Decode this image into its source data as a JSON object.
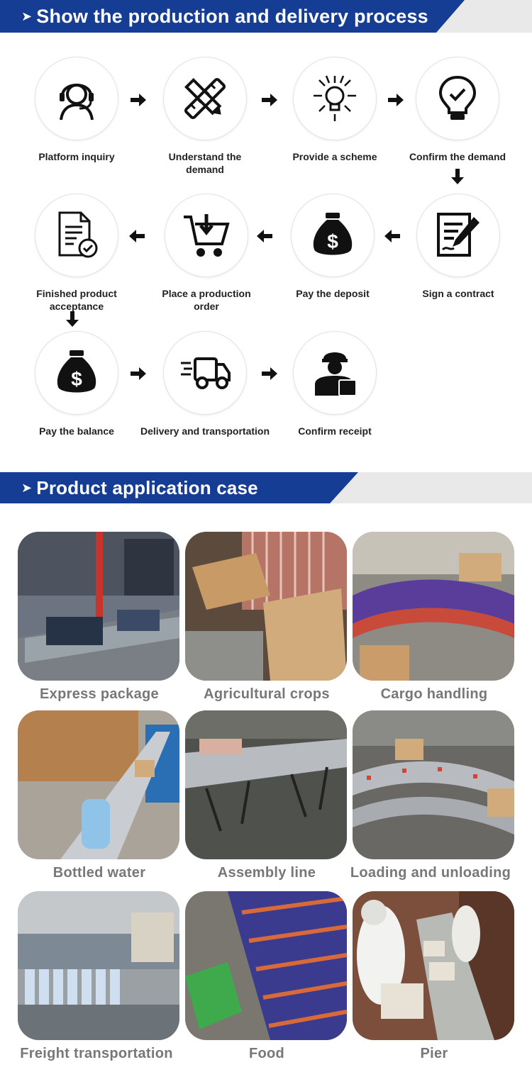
{
  "section1": {
    "title": "Show the production and delivery process"
  },
  "section2": {
    "title": "Product application case"
  },
  "steps": [
    {
      "id": "platform-inquiry",
      "label": "Platform inquiry",
      "icon": "headset-icon"
    },
    {
      "id": "understand-demand",
      "label": "Understand the demand",
      "icon": "pencil-ruler-icon"
    },
    {
      "id": "provide-scheme",
      "label": "Provide a scheme",
      "icon": "lightbulb-icon"
    },
    {
      "id": "confirm-demand",
      "label": "Confirm the demand",
      "icon": "bulb-check-icon"
    },
    {
      "id": "sign-contract",
      "label": "Sign a contract",
      "icon": "contract-icon"
    },
    {
      "id": "pay-deposit",
      "label": "Pay the deposit",
      "icon": "money-bag-icon"
    },
    {
      "id": "place-order",
      "label": "Place a production order",
      "icon": "cart-icon"
    },
    {
      "id": "finished-acceptance",
      "label": "Finished product acceptance",
      "icon": "document-check-icon"
    },
    {
      "id": "pay-balance",
      "label": "Pay the balance",
      "icon": "money-bag-icon"
    },
    {
      "id": "delivery",
      "label": "Delivery and transportation",
      "icon": "truck-icon"
    },
    {
      "id": "confirm-receipt",
      "label": "Confirm receipt",
      "icon": "courier-icon"
    }
  ],
  "cases": [
    {
      "label": "Express package"
    },
    {
      "label": "Agricultural crops"
    },
    {
      "label": "Cargo handling"
    },
    {
      "label": "Bottled water"
    },
    {
      "label": "Assembly line"
    },
    {
      "label": "Loading and unloading"
    },
    {
      "label": "Freight transportation"
    },
    {
      "label": "Food"
    },
    {
      "label": "Pier"
    }
  ],
  "colors": {
    "banner_blue": "#143d93",
    "label_grey": "#777777",
    "text_dark": "#222222"
  }
}
